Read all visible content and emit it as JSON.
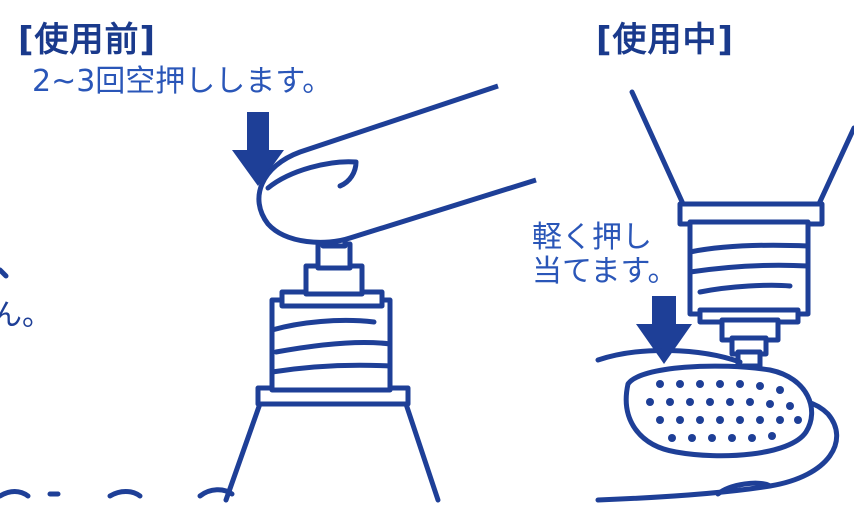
{
  "before": {
    "heading": "[使用前]",
    "instruction": "2~3回空押しします。"
  },
  "during": {
    "heading": "[使用中]",
    "instruction_line1": "軽く押し",
    "instruction_line2": "当てます。"
  },
  "partial_text": {
    "left_fragment": "ん。"
  },
  "colors": {
    "line": "#1e3f97",
    "text": "#2a56b8",
    "heading": "#1a3a8c"
  },
  "icons": [
    "down-arrow-icon",
    "finger-icon",
    "tube-icon",
    "sponge-pad-icon"
  ]
}
